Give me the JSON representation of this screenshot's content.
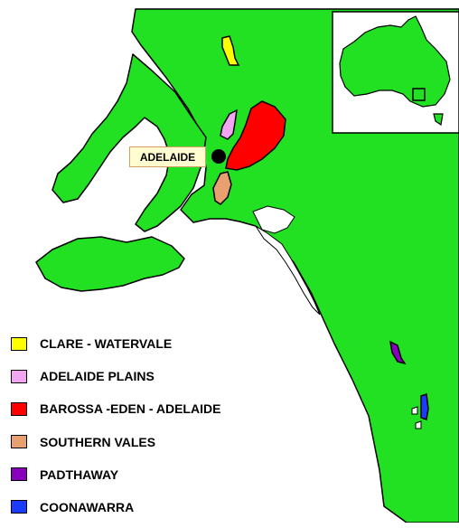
{
  "map": {
    "land_color": "#22e022",
    "water_color": "#ffffff",
    "outline_color": "#000000",
    "city": {
      "name": "ADELAIDE",
      "marker": "black-dot"
    },
    "inset": {
      "subject": "Australia",
      "highlight": "locator-box"
    }
  },
  "legend": [
    {
      "label": "CLARE - WATERVALE",
      "color": "#ffff00"
    },
    {
      "label": "ADELAIDE PLAINS",
      "color": "#f2a6f2"
    },
    {
      "label": "BAROSSA -EDEN - ADELAIDE",
      "color": "#ff0000"
    },
    {
      "label": "SOUTHERN VALES",
      "color": "#e8a070"
    },
    {
      "label": "PADTHAWAY",
      "color": "#8800bb"
    },
    {
      "label": "COONAWARRA",
      "color": "#1a3cff"
    }
  ]
}
